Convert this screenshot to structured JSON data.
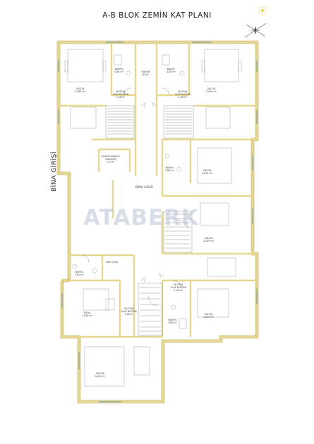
{
  "title": "A-B  BLOK ZEMİN KAT PLANI",
  "entrance_label": "BİNA GİRİŞİ",
  "watermark": "ATABERK",
  "rooms": {
    "salon_top_left": "SALON\n24.89 m²",
    "banyo_top_left": "BANYO\n4.86 m²",
    "mutfak_top_left": "MUTFAK\nAÇIK MUTFAK\n1.48 m²",
    "yangin_hol": "YANGIN\nHOLÜ",
    "banyo_top_right": "BANYO\n4.86 m²",
    "mutfak_top_right": "MUTFAK\nAÇIK MUTFAK\n1.48 m²",
    "salon_top_right": "SALON\n24.89 m²",
    "kazan_dairesi": "KAZAN DAİRESİ\nASANSÖR\n7.0 m²",
    "bina_holu": "BİNA HOLÜ",
    "banyo_mid_right": "BANYO\n3.80 m²",
    "salon_mid_right": "SALON\n24.89 m²",
    "salon_lower_right": "SALON\n24.89 m²",
    "kapi_label": "KAPI ÇIKIŞ",
    "banyo_lower_left": "BANYO\n3.80 m²",
    "yatak_lower_left": "YATAK\n11.60 m²",
    "mutfak_center": "MUTFAK\nAÇIK MUTFAK\n1.48 m²",
    "mutfak_lower_right": "MUTFAK\nAÇIK MUTFAK\n1.48 m²",
    "banyo_lower_right": "BANYO\n3.80 m²",
    "salon_bottom_right": "SALON\n24.89 m²",
    "salon_bottom_left": "SALON\n24.89 m²"
  },
  "colors": {
    "wall": "#e8dc9a",
    "wall_line": "#b8a448",
    "line": "#6f6f6f",
    "watermark": "#b9c4d6",
    "window": "#7a9fa8"
  },
  "icons": [
    "sun-icon",
    "compass-rose-icon"
  ]
}
